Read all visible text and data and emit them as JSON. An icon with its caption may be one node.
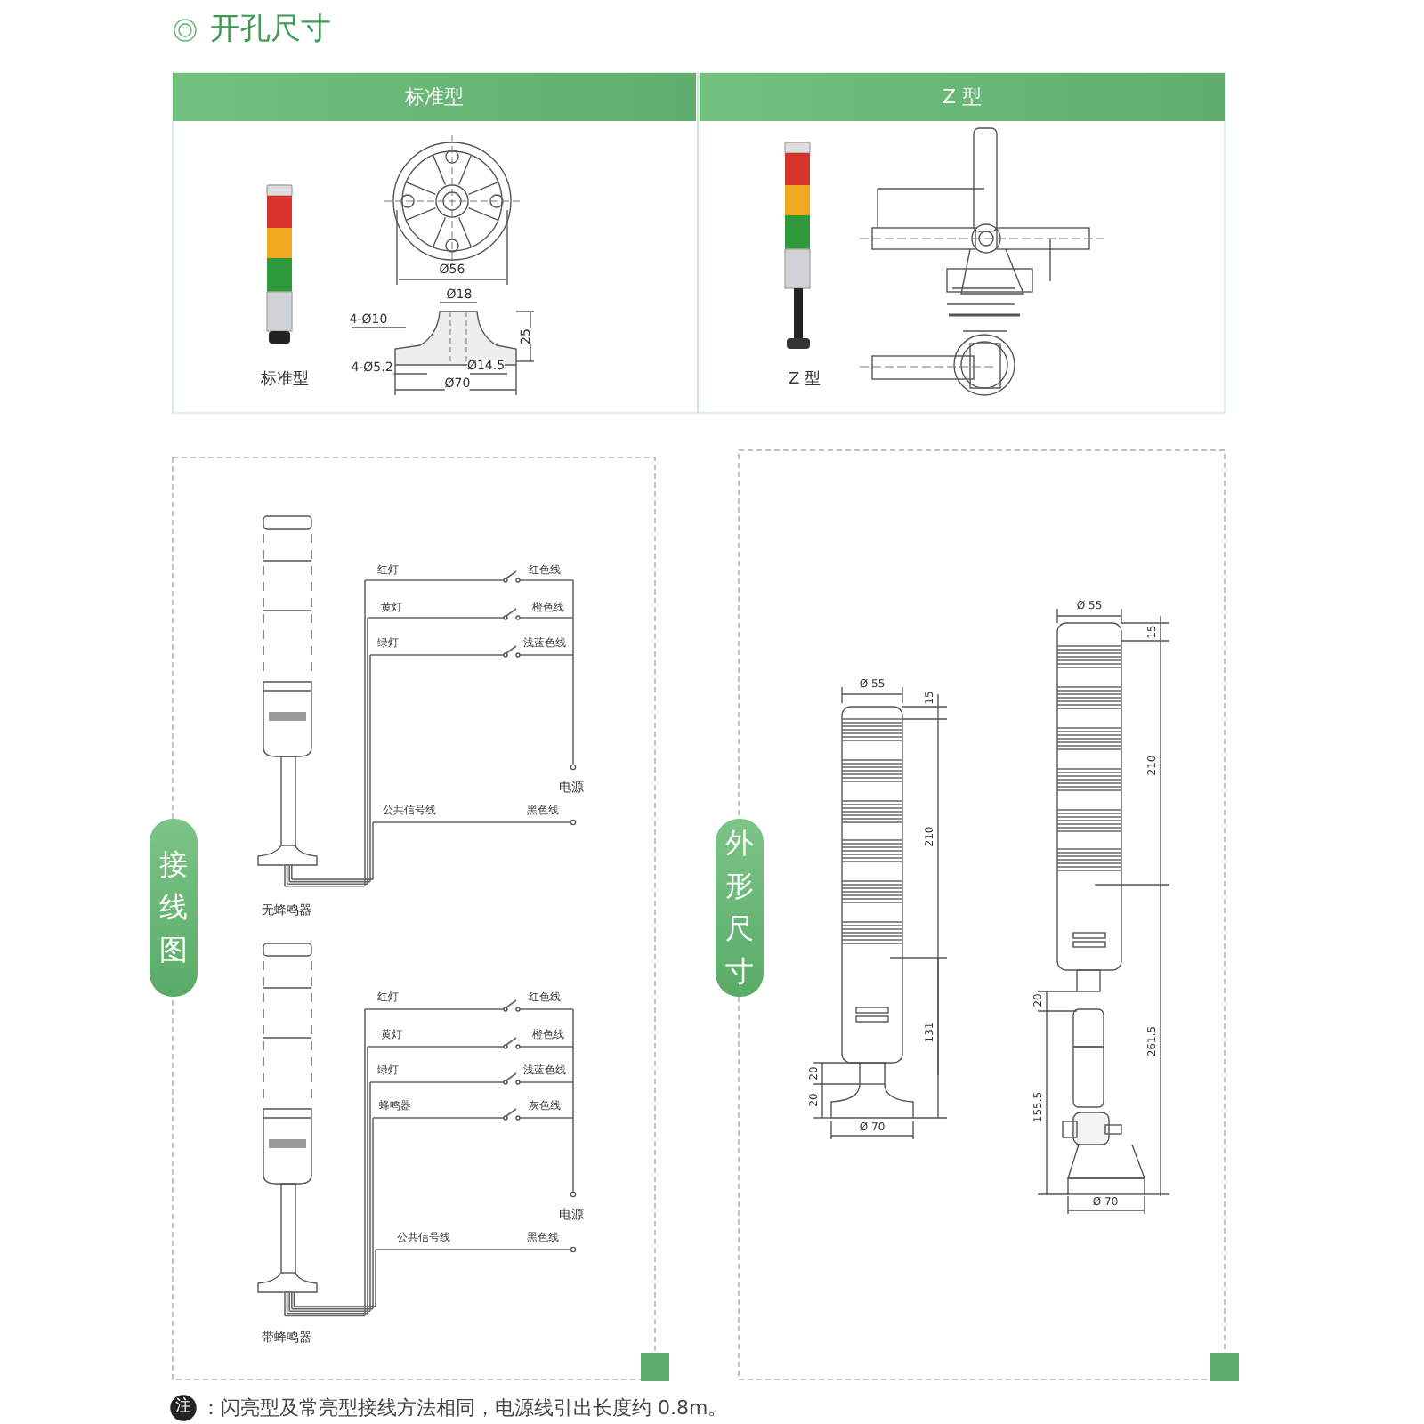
{
  "diagram": {
    "title": "开孔尺寸",
    "nodes": [
      {
        "text": [
          "标准型"
        ]
      },
      {
        "text": [
          "Z 型"
        ]
      },
      {
        "text": [
          "接线图"
        ]
      },
      {
        "text": [
          "外形尺寸"
        ]
      }
    ],
    "labels": [
      "Ø56",
      "Ø18",
      "4-Ø10",
      "25",
      "4-Ø5.2",
      "Ø14.5",
      "Ø70",
      "标准型",
      "Z 型",
      "红灯",
      "红色线",
      "黄灯",
      "橙色线",
      "绿灯",
      "浅蓝色线",
      "电源",
      "公共信号线",
      "黑色线",
      "无蜂鸣器",
      "红灯",
      "红色线",
      "黄灯",
      "橙色线",
      "绿灯",
      "浅蓝色线",
      "蜂鸣器",
      "灰色线",
      "电源",
      "公共信号线",
      "黑色线",
      "带蜂鸣器",
      "Ø 55",
      "15",
      "210",
      "131",
      "20",
      "20",
      "Ø 70",
      "Ø 55",
      "15",
      "210",
      "20",
      "261.5",
      "155.5",
      "Ø 70",
      "注",
      "：闪亮型及常亮型接线方法相同，电源线引出长度约 0.8m。"
    ]
  }
}
